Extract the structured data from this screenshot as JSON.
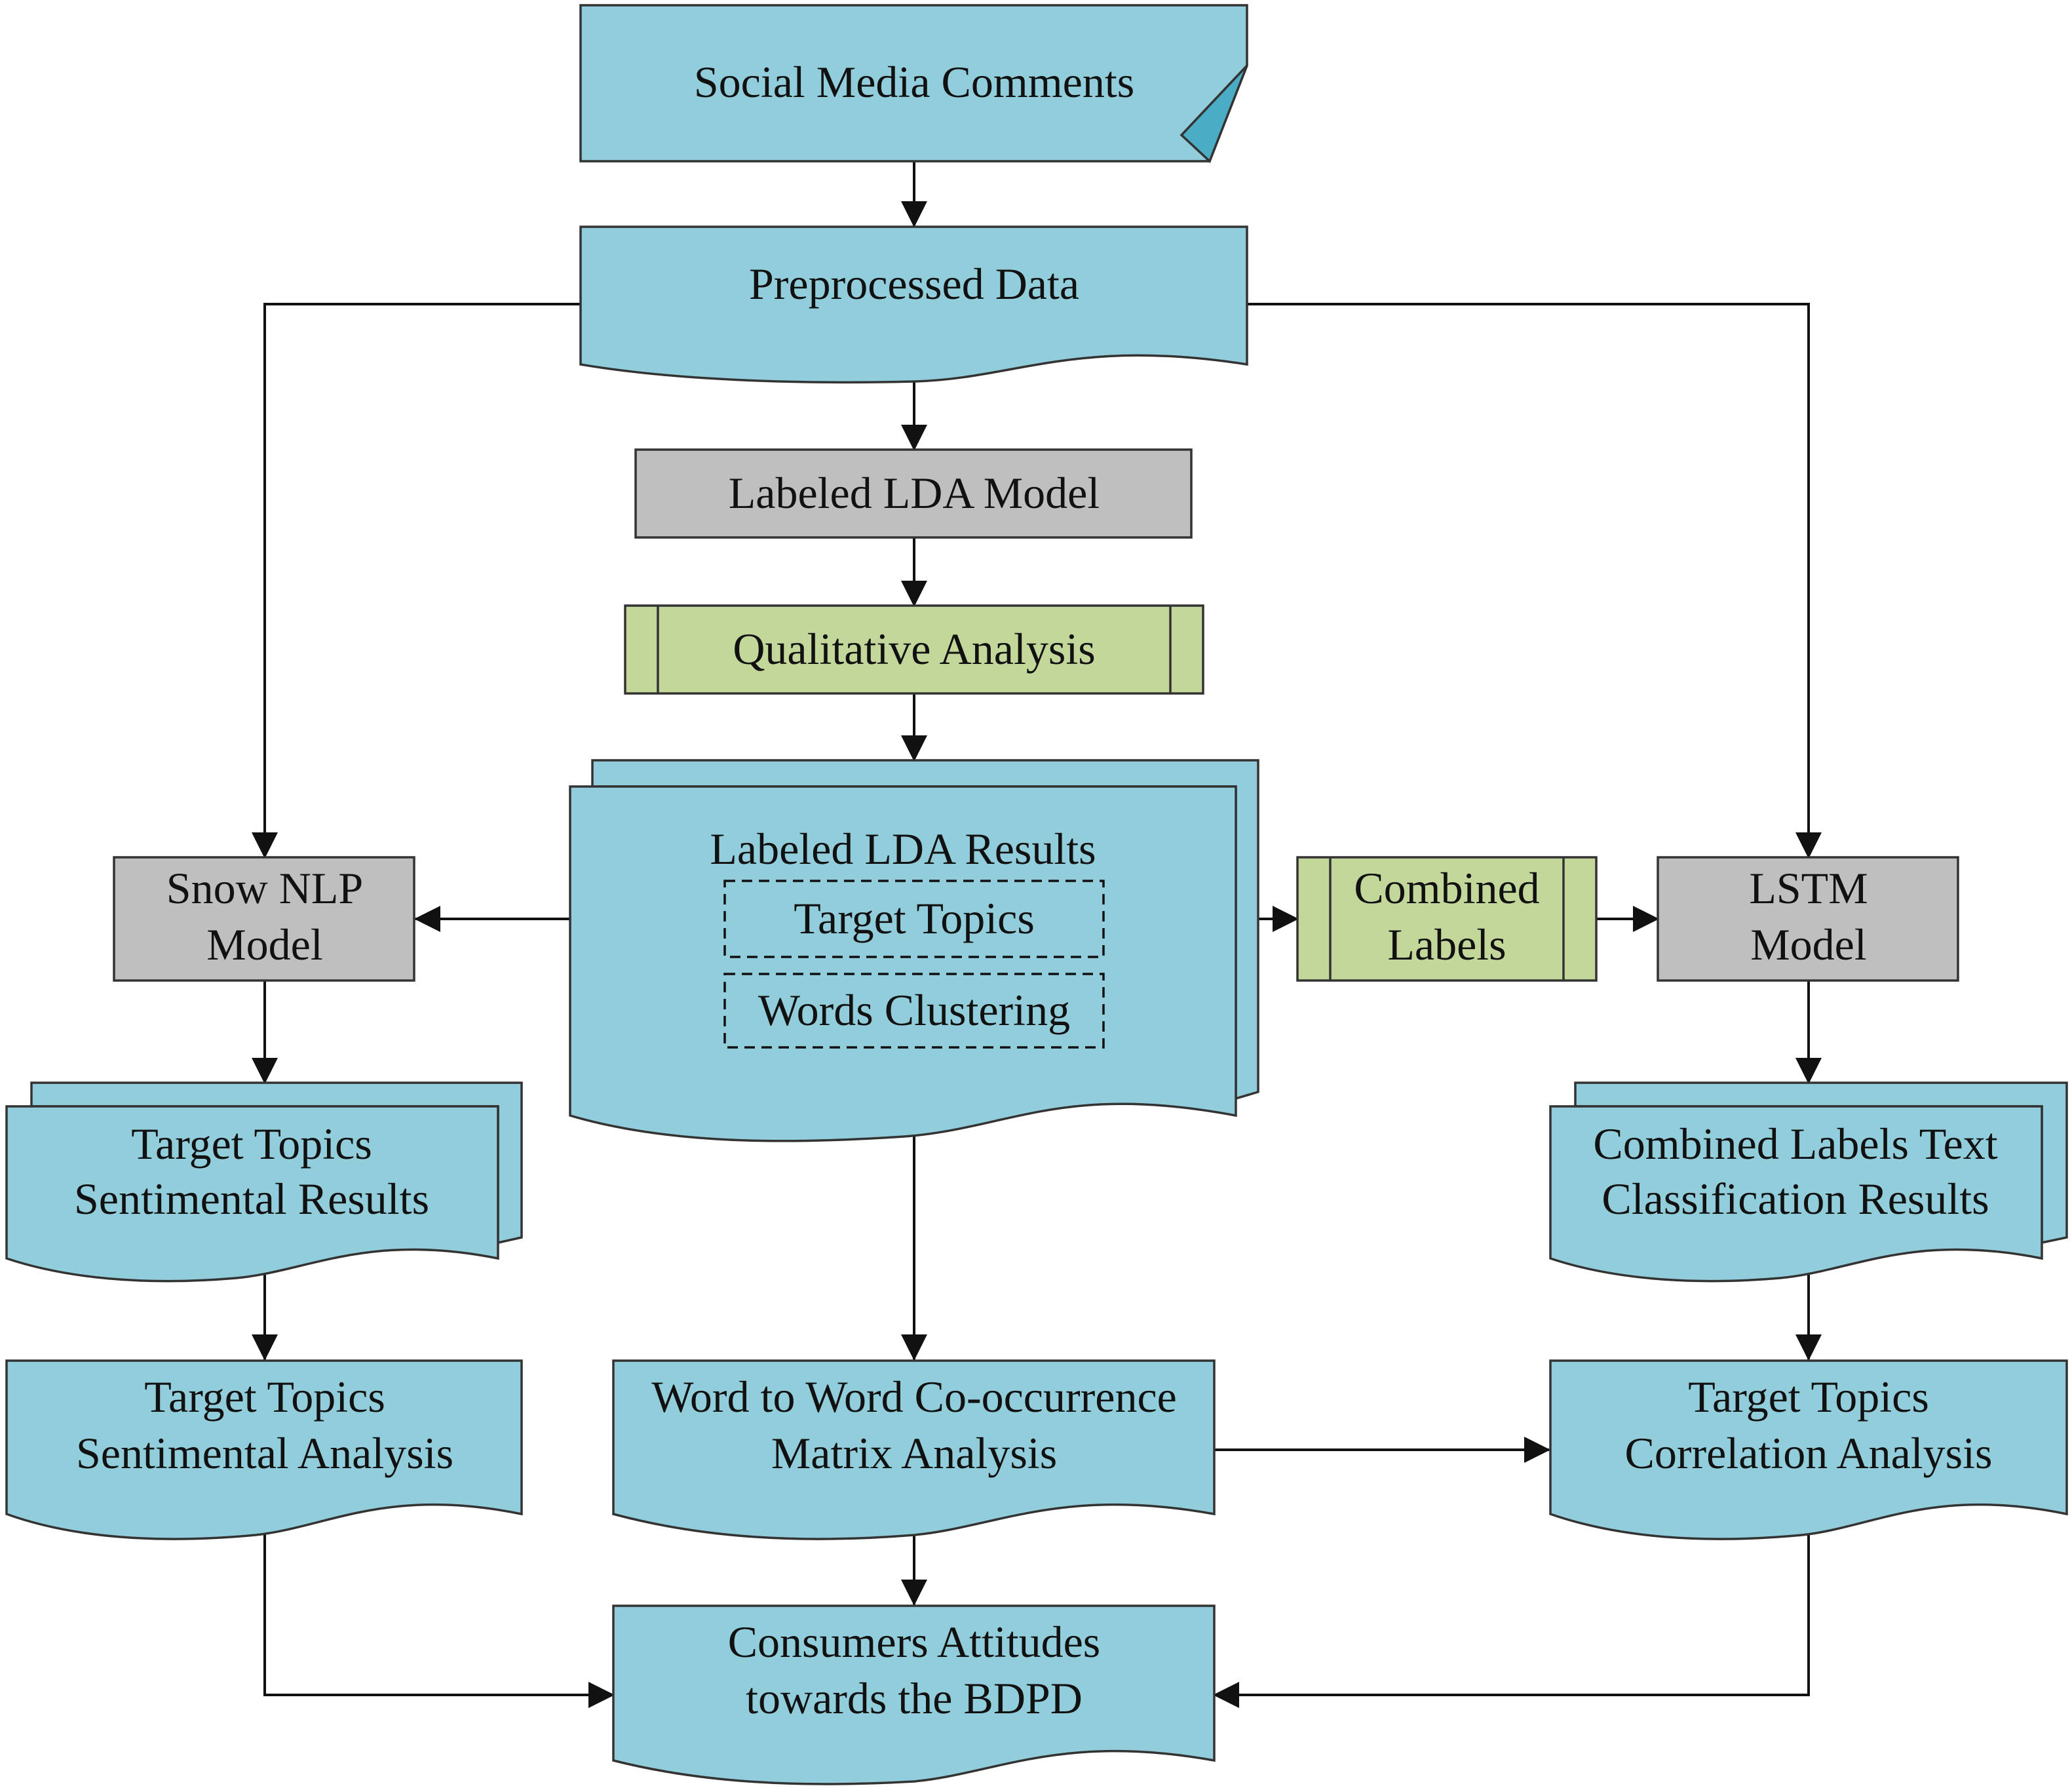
{
  "colors": {
    "blue": "#92CDDC",
    "blue_corner": "#4BACC6",
    "gray": "#BFBFBF",
    "green": "#C4D79B",
    "line": "#111111",
    "border": "#333333"
  },
  "nodes": {
    "social_media": {
      "label": "Social Media Comments"
    },
    "preprocessed": {
      "label": "Preprocessed Data"
    },
    "lda_model": {
      "label": "Labeled LDA Model"
    },
    "qualitative": {
      "label": "Qualitative Analysis"
    },
    "lda_results": {
      "label": "Labeled LDA Results",
      "target_topics": "Target Topics",
      "words_clustering": "Words Clustering"
    },
    "snow_nlp": {
      "line1": "Snow NLP",
      "line2": "Model"
    },
    "combined_labels": {
      "line1": "Combined",
      "line2": "Labels"
    },
    "lstm": {
      "line1": "LSTM",
      "line2": "Model"
    },
    "sentimental_results": {
      "line1": "Target Topics",
      "line2": "Sentimental Results"
    },
    "classification_results": {
      "line1": "Combined Labels Text",
      "line2": "Classification Results"
    },
    "sentimental_analysis": {
      "line1": "Target Topics",
      "line2": "Sentimental Analysis"
    },
    "cooccurrence": {
      "line1": "Word to Word Co-occurrence",
      "line2": "Matrix Analysis"
    },
    "correlation": {
      "line1": "Target Topics",
      "line2": "Correlation Analysis"
    },
    "attitudes": {
      "line1": "Consumers Attitudes",
      "line2": "towards the BDPD"
    }
  }
}
